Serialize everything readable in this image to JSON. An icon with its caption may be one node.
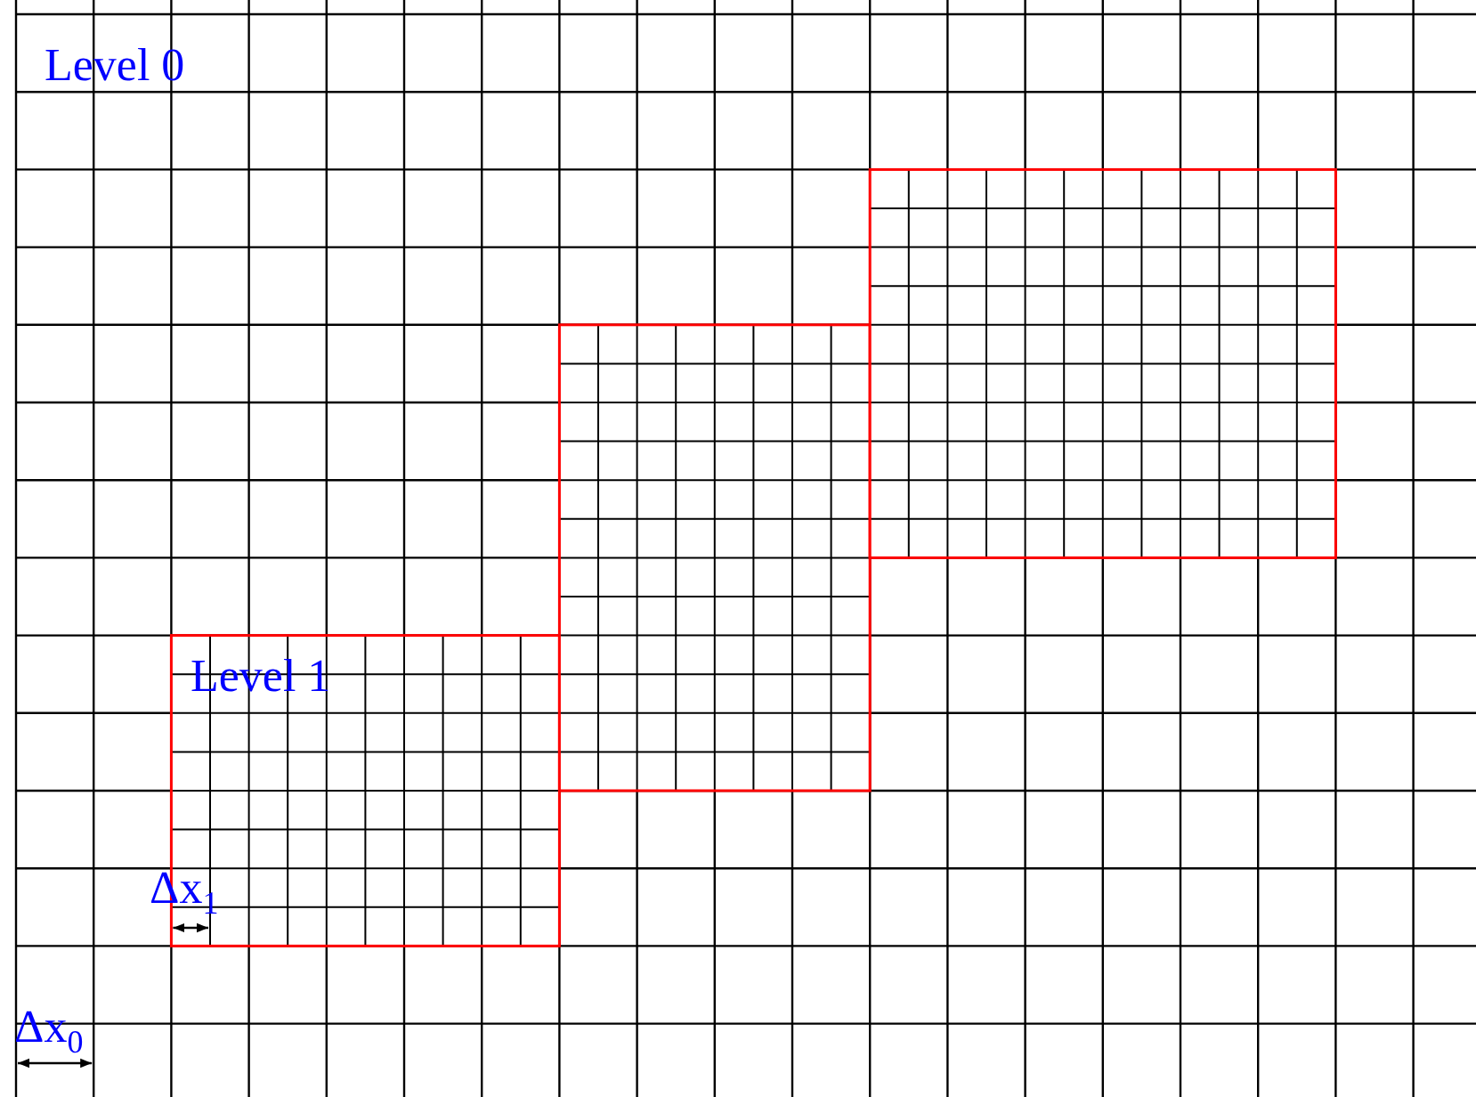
{
  "diagram": {
    "labels": [
      "Level 0",
      "Level 1",
      "Δx$_{1}$",
      "Δx$_{0}$"
    ]
  }
}
